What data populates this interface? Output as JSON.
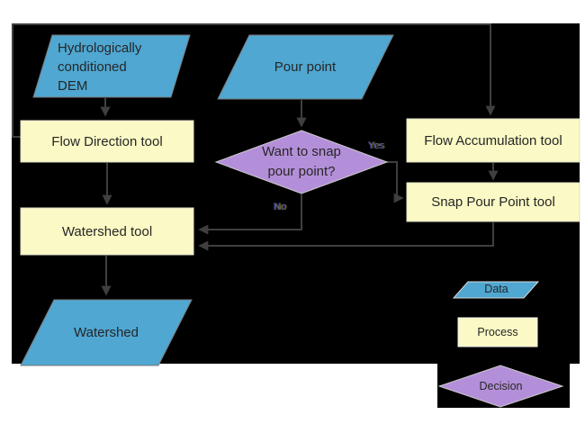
{
  "diagram": {
    "nodes": {
      "dem": {
        "label": "Hydrologically\nconditioned\nDEM",
        "type": "data"
      },
      "pour_point": {
        "label": "Pour point",
        "type": "data"
      },
      "flow_direction": {
        "label": "Flow Direction tool",
        "type": "process"
      },
      "flow_accumulation": {
        "label": "Flow Accumulation tool",
        "type": "process"
      },
      "snap_pour_point": {
        "label": "Snap Pour Point tool",
        "type": "process"
      },
      "watershed_tool": {
        "label": "Watershed tool",
        "type": "process"
      },
      "watershed": {
        "label": "Watershed",
        "type": "data"
      },
      "snap_decision": {
        "label": "Want to snap\npour point?",
        "type": "decision"
      }
    },
    "edge_labels": {
      "yes": "Yes",
      "no": "No"
    },
    "edges": [
      {
        "from": "dem",
        "to": "flow_direction"
      },
      {
        "from": "flow_direction",
        "to": "flow_accumulation"
      },
      {
        "from": "flow_direction",
        "to": "watershed_tool"
      },
      {
        "from": "pour_point",
        "to": "snap_decision"
      },
      {
        "from": "snap_decision",
        "to": "snap_pour_point",
        "label": "Yes"
      },
      {
        "from": "snap_decision",
        "to": "watershed_tool",
        "label": "No"
      },
      {
        "from": "flow_accumulation",
        "to": "snap_pour_point"
      },
      {
        "from": "snap_pour_point",
        "to": "watershed_tool"
      },
      {
        "from": "watershed_tool",
        "to": "watershed"
      }
    ],
    "legend": {
      "data": "Data",
      "process": "Process",
      "decision": "Decision"
    },
    "colors": {
      "data_fill": "#4FA7D2",
      "process_fill": "#FBF9C5",
      "decision_fill": "#B48FD9",
      "connector": "#3F3F3F",
      "canvas_background": "#000000",
      "page_background": "#FFFFFF",
      "node_text": "#262626"
    }
  }
}
